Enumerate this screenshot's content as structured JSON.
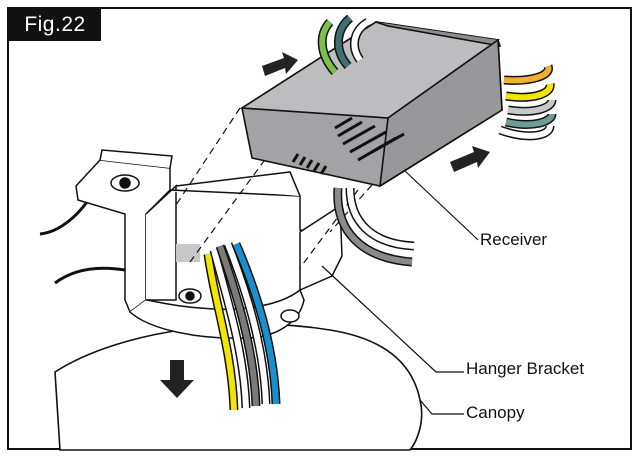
{
  "figure": {
    "tag": "Fig.22"
  },
  "labels": {
    "receiver": "Receiver",
    "hanger_bracket": "Hanger Bracket",
    "canopy": "Canopy"
  },
  "colors": {
    "receiver_body": "#a3a3a6",
    "bracket_fill": "#ffffff",
    "wire_yellow": "#f2e600",
    "wire_blue": "#1a8fd0",
    "wire_gray": "#7a7a7a",
    "wire_green": "#7ac04a",
    "wire_teal": "#3f6f6e",
    "wire_orange": "#f0b030",
    "arrow": "#222222"
  },
  "icons": [
    "arrow-right-icon",
    "arrow-down-icon"
  ]
}
